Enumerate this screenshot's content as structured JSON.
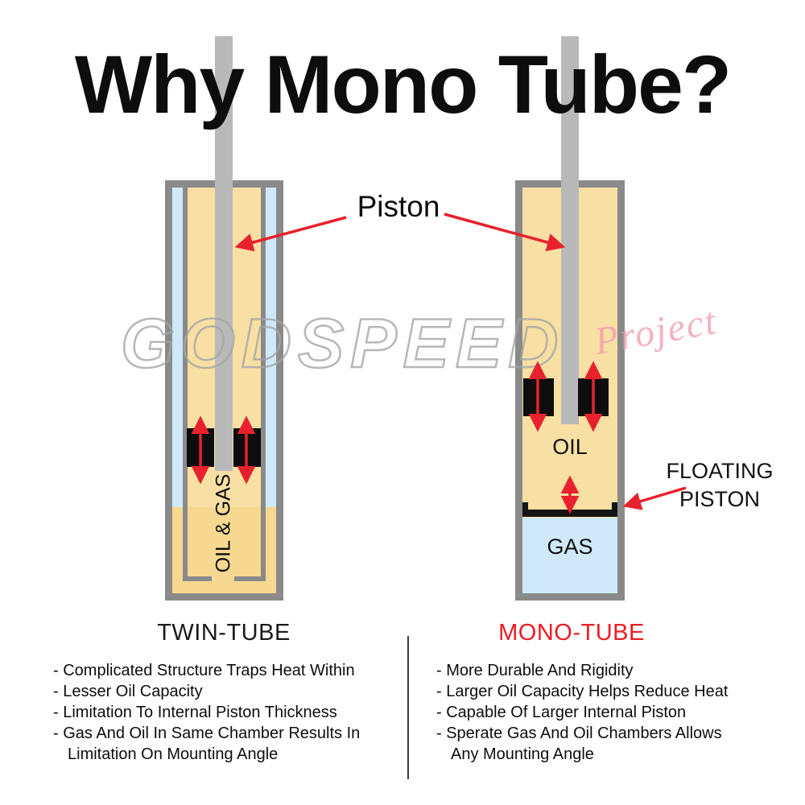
{
  "title": "Why Mono Tube?",
  "watermark": {
    "main": "GODSPEED",
    "sub": "Project"
  },
  "labels": {
    "piston": "Piston",
    "floating_line1": "FLOATING",
    "floating_line2": "PISTON",
    "oil_gas": "OIL & GAS",
    "oil": "OIL",
    "gas": "GAS"
  },
  "captions": {
    "twin": "TWIN-TUBE",
    "mono": "MONO-TUBE"
  },
  "colors": {
    "arrow_red": "#e8212d",
    "mono_caption_red": "#ed1c24",
    "tube_wall_gray": "#8a8a8a",
    "rod_gray": "#b9b9b9",
    "oil_tan": "#f8dfa3",
    "gas_blue": "#cfe9fb",
    "watermark_gray": "#a6a6a6",
    "watermark_pink": "#f2a0ae"
  },
  "bottom": {
    "twin_points": [
      "- Complicated Structure Traps Heat Within",
      "- Lesser Oil Capacity",
      "- Limitation To Internal Piston Thickness",
      "- Gas And Oil In Same Chamber Results In",
      "Limitation On Mounting Angle"
    ],
    "mono_points": [
      "- More Durable And Rigidity",
      "- Larger Oil Capacity Helps Reduce Heat",
      "- Capable Of Larger Internal Piston",
      "- Sperate Gas And Oil Chambers Allows",
      "Any Mounting Angle"
    ]
  }
}
